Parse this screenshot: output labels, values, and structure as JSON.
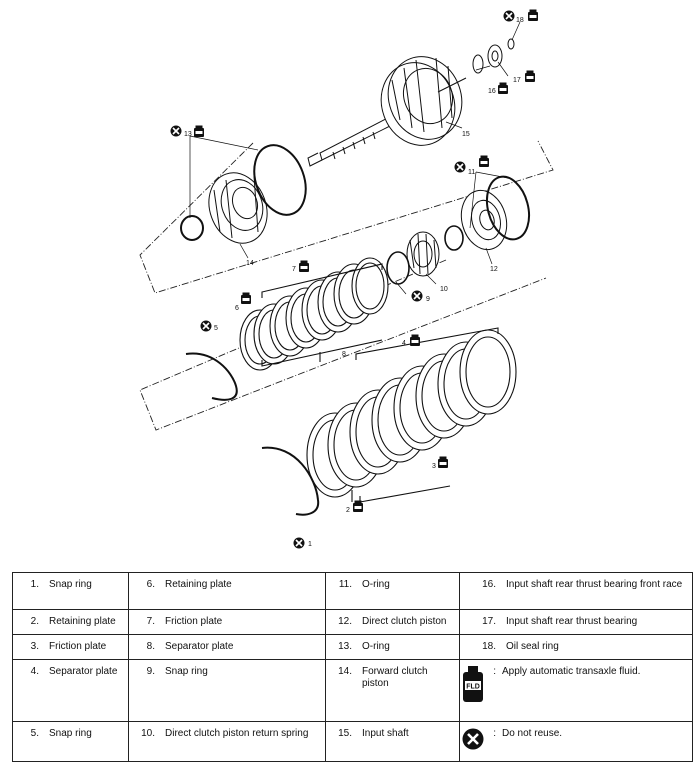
{
  "diagram": {
    "callouts": {
      "c1": "1",
      "c2": "2",
      "c3": "3",
      "c4": "4",
      "c5": "5",
      "c6": "6",
      "c7": "7",
      "c8": "8",
      "c9": "9",
      "c10": "10",
      "c11": "11",
      "c12": "12",
      "c13": "13",
      "c14": "14",
      "c15": "15",
      "c16": "16",
      "c17": "17",
      "c18": "18"
    },
    "fluid_icon_text": "FLD"
  },
  "legend": {
    "rows": [
      [
        {
          "num": "1.",
          "text": "Snap ring"
        },
        {
          "num": "6.",
          "text": "Retaining plate"
        },
        {
          "num": "11.",
          "text": "O-ring"
        },
        {
          "num": "16.",
          "text": "Input shaft rear thrust bearing front race"
        }
      ],
      [
        {
          "num": "2.",
          "text": "Retaining plate"
        },
        {
          "num": "7.",
          "text": "Friction plate"
        },
        {
          "num": "12.",
          "text": "Direct clutch piston"
        },
        {
          "num": "17.",
          "text": "Input shaft rear thrust bearing"
        }
      ],
      [
        {
          "num": "3.",
          "text": "Friction plate"
        },
        {
          "num": "8.",
          "text": "Separator plate"
        },
        {
          "num": "13.",
          "text": "O-ring"
        },
        {
          "num": "18.",
          "text": "Oil seal ring"
        }
      ],
      [
        {
          "num": "4.",
          "text": "Separator plate"
        },
        {
          "num": "9.",
          "text": "Snap ring"
        },
        {
          "num": "14.",
          "text": "Forward clutch piston"
        },
        {
          "num": ":",
          "text": "Apply automatic transaxle fluid."
        }
      ],
      [
        {
          "num": "5.",
          "text": "Snap ring"
        },
        {
          "num": "10.",
          "text": "Direct clutch piston return spring"
        },
        {
          "num": "15.",
          "text": "Input shaft"
        },
        {
          "num": ":",
          "text": "Do not reuse."
        }
      ]
    ],
    "fluid_icon_label": "FLD"
  }
}
